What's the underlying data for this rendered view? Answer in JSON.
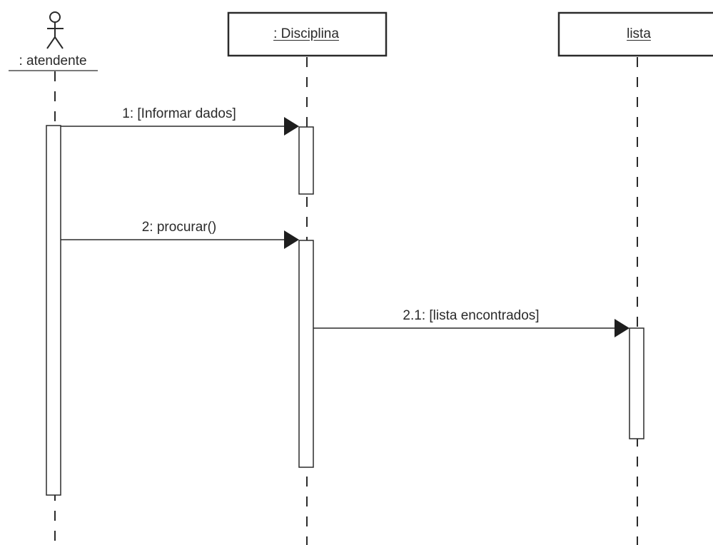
{
  "participants": {
    "actor": {
      "name": ": atendente"
    },
    "disciplina": {
      "name": ": Disciplina"
    },
    "lista": {
      "name": "lista"
    }
  },
  "messages": [
    {
      "label": "1: [Informar dados]",
      "from": "actor",
      "to": "disciplina"
    },
    {
      "label": "2: procurar()",
      "from": "actor",
      "to": "disciplina"
    },
    {
      "label": "2.1: [lista encontrados]",
      "from": "disciplina",
      "to": "lista"
    }
  ],
  "colors": {
    "line": "#2b2b2b",
    "background": "#ffffff"
  }
}
